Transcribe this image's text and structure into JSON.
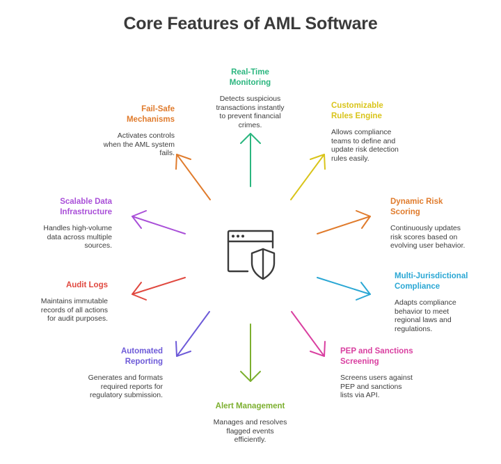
{
  "title": "Core Features of AML Software",
  "colors": {
    "green": "#2bb67f",
    "yellow": "#d9c41a",
    "orange": "#e07b2c",
    "blue": "#2aa7d4",
    "pink": "#d93fa0",
    "olive": "#7caf2f",
    "indigo": "#6d5ad8",
    "red": "#e0483f",
    "purple": "#a94fd8",
    "dark": "#3a3a3a"
  },
  "features": {
    "realtime": {
      "title_line1": "Real-Time",
      "title_line2": "Monitoring",
      "desc_line1": "Detects suspicious",
      "desc_line2": "transactions instantly",
      "desc_line3": "to prevent financial",
      "desc_line4": "crimes."
    },
    "rules": {
      "title_line1": "Customizable",
      "title_line2": "Rules Engine",
      "desc_line1": "Allows compliance",
      "desc_line2": "teams to define and",
      "desc_line3": "update risk detection",
      "desc_line4": "rules easily."
    },
    "dynamic": {
      "title_line1": "Dynamic Risk",
      "title_line2": "Scoring",
      "desc_line1": "Continuously updates",
      "desc_line2": "risk scores based on",
      "desc_line3": "evolving user behavior."
    },
    "multi": {
      "title_line1": "Multi-Jurisdictional",
      "title_line2": "Compliance",
      "desc_line1": "Adapts compliance",
      "desc_line2": "behavior to meet",
      "desc_line3": "regional laws and",
      "desc_line4": "regulations."
    },
    "pep": {
      "title_line1": "PEP and Sanctions",
      "title_line2": "Screening",
      "desc_line1": "Screens users against",
      "desc_line2": "PEP and sanctions",
      "desc_line3": "lists via API."
    },
    "alert": {
      "title_line1": "Alert Management",
      "desc_line1": "Manages and resolves",
      "desc_line2": "flagged events",
      "desc_line3": "efficiently."
    },
    "reporting": {
      "title_line1": "Automated",
      "title_line2": "Reporting",
      "desc_line1": "Generates and formats",
      "desc_line2": "required reports for",
      "desc_line3": "regulatory submission."
    },
    "audit": {
      "title_line1": "Audit Logs",
      "desc_line1": "Maintains immutable",
      "desc_line2": "records of all actions",
      "desc_line3": "for audit purposes."
    },
    "scalable": {
      "title_line1": "Scalable Data",
      "title_line2": "Infrastructure",
      "desc_line1": "Handles high-volume",
      "desc_line2": "data across multiple",
      "desc_line3": "sources."
    },
    "failsafe": {
      "title_line1": "Fail-Safe",
      "title_line2": "Mechanisms",
      "desc_line1": "Activates controls",
      "desc_line2": "when the AML system",
      "desc_line3": "fails."
    }
  },
  "hub_icon": "browser-shield-icon"
}
